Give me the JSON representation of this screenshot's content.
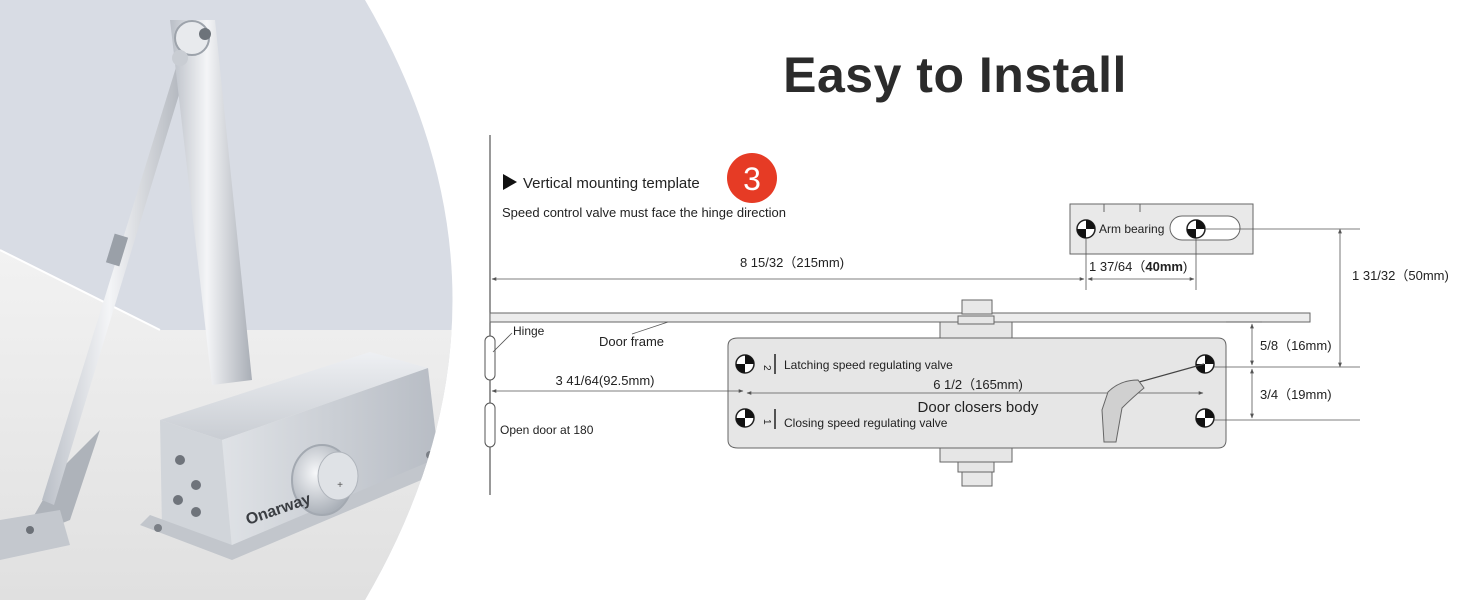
{
  "title": "Easy to Install",
  "product": {
    "brand": "Onarway"
  },
  "template": {
    "heading": "Vertical mounting template",
    "step_number": "3",
    "note": "Speed control valve must face the hinge direction"
  },
  "labels": {
    "arm_bearing": "Arm bearing",
    "hinge": "Hinge",
    "door_frame": "Door frame",
    "latching_valve": "Latching speed regulating valve",
    "closing_valve": "Closing speed regulating valve",
    "door_closer_body": "Door closers body",
    "open_door": "Open door at 180",
    "valve_mark_top": "2",
    "valve_mark_bottom": "1"
  },
  "dimensions": {
    "hinge_to_arm": "8 15/32（215mm)",
    "arm_holes_prefix": "1 37/64（",
    "arm_holes_value": "40mm",
    "arm_holes_suffix": ")",
    "arm_height": "1 31/32（50mm)",
    "frame_to_body": "5/8（16mm)",
    "hole_spacing_vertical": "3/4（19mm)",
    "hinge_to_body": "3 41/64(92.5mm)",
    "body_hole_spacing": "6 1/2（165mm)"
  },
  "colors": {
    "accent_badge": "#e63b25",
    "diagram_line": "#555555",
    "body_fill": "#e6e6e6",
    "photo_bg": "#d8dce4"
  },
  "icons": [
    "play-triangle-icon",
    "screwdriver-icon",
    "mounting-hole-icon"
  ]
}
